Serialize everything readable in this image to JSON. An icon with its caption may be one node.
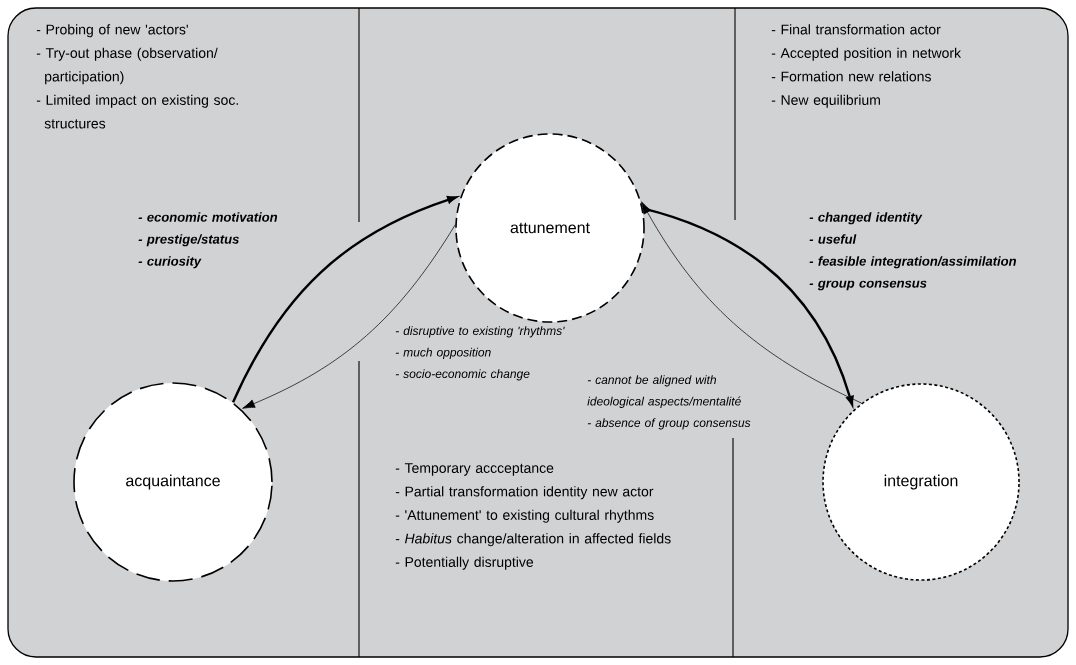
{
  "diagram": {
    "nodes": [
      {
        "text": [
          "acquaintance"
        ]
      },
      {
        "text": [
          "attunement"
        ]
      },
      {
        "text": [
          "integration"
        ]
      }
    ],
    "edges": [
      {
        "from": 0,
        "to": 1,
        "arrow": "to",
        "style": "thick"
      },
      {
        "from": 1,
        "to": 0,
        "arrow": "to"
      },
      {
        "from": 1,
        "to": 2,
        "arrow": "to",
        "style": "thick"
      },
      {
        "from": 2,
        "to": 1,
        "arrow": "to"
      }
    ],
    "labels": [
      "- Probing of new 'actors'",
      "- Try-out phase (observation/ participation)",
      "- Limited impact on existing soc. structures",
      "- Final transformation actor",
      "- Accepted position in network",
      "- Formation new relations",
      "- New equilibrium",
      "- economic motivation",
      "- prestige/status",
      "- curiosity",
      "- changed identity",
      "- useful",
      "- feasible integration/assimilation",
      "- group consensus",
      "- disruptive to existing 'rhythms'",
      "- much opposition",
      "- socio-economic change",
      "- cannot be aligned with ideological aspects/mentalité",
      "- absence of group consensus",
      "- Temporary accceptance",
      "- Partial transformation identity new actor",
      "- 'Attunement' to existing cultural rhythms",
      "- *Habitus* change/alteration in affected fields",
      "- Potentially disruptive"
    ]
  }
}
